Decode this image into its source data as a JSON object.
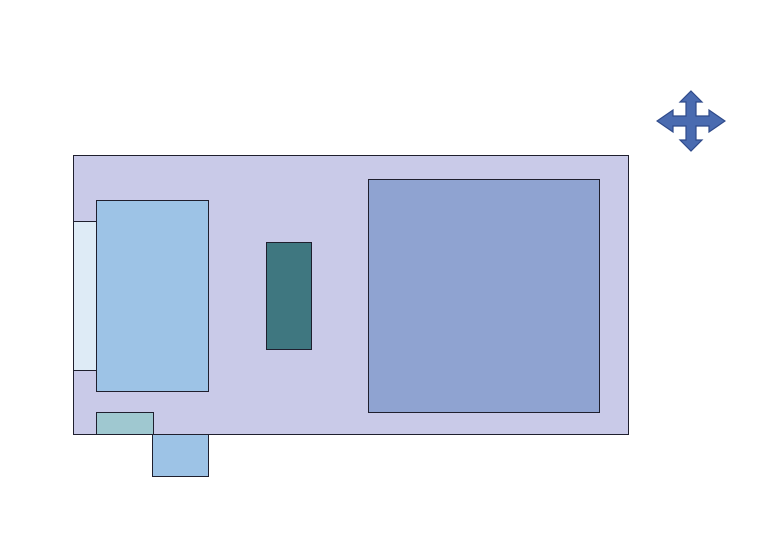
{
  "diagram": {
    "shapes": [
      {
        "id": "board",
        "name": "main-board",
        "fill": "#c9cae8"
      },
      {
        "id": "left-tab",
        "name": "left-tab",
        "fill": "#deebf6"
      },
      {
        "id": "left-block",
        "name": "left-block",
        "fill": "#9dc3e6"
      },
      {
        "id": "center-chip",
        "name": "center-chip",
        "fill": "#3f7780"
      },
      {
        "id": "right-block",
        "name": "right-block",
        "fill": "#8fa3d1"
      },
      {
        "id": "small-teal",
        "name": "small-teal-block",
        "fill": "#9fc8d0"
      },
      {
        "id": "bottom-tab",
        "name": "bottom-tab",
        "fill": "#9dc3e6"
      }
    ],
    "move_icon": {
      "icon": "move-arrows-icon",
      "fill": "#4a6bb0",
      "stroke": "#2f4a8a"
    }
  }
}
